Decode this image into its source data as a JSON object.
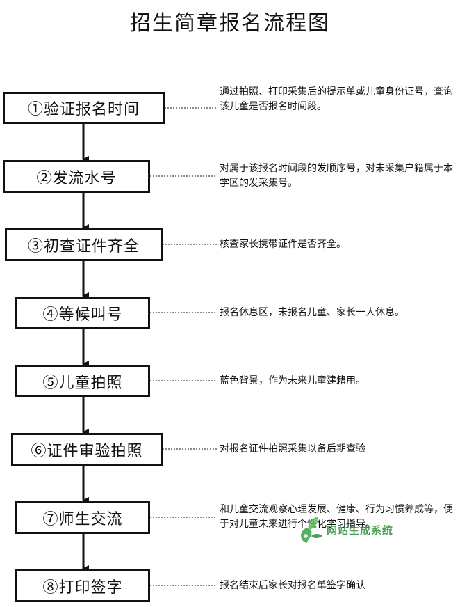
{
  "title": "招生简章报名流程图",
  "steps": [
    {
      "label": "①验证报名时间",
      "note": "通过拍照、打印采集后的提示单或儿童身份证号，查询该儿童是否报名时间段。"
    },
    {
      "label": "②发流水号",
      "note": "对属于该报名时间段的发顺序号，对未采集户籍属于本学区的发采集号。"
    },
    {
      "label": "③初查证件齐全",
      "note": "核查家长携带证件是否齐全。"
    },
    {
      "label": "④等候叫号",
      "note": "报名休息区，未报名儿童、家长一人休息。"
    },
    {
      "label": "⑤儿童拍照",
      "note": "蓝色背景，作为未来儿童建籍用。"
    },
    {
      "label": "⑥证件审验拍照",
      "note": "对报名证件拍照采集以备后期查验"
    },
    {
      "label": "⑦师生交流",
      "note": "和儿童交流观察心理发展、健康、行为习惯养成等，便于对儿童未来进行个性化学习指导。"
    },
    {
      "label": "⑧打印签字",
      "note": "报名结束后家长对报名单签字确认"
    }
  ],
  "watermark": {
    "text": "网站生成系统",
    "icon": "leaf-logo-icon",
    "color": "#2f8f3a"
  }
}
